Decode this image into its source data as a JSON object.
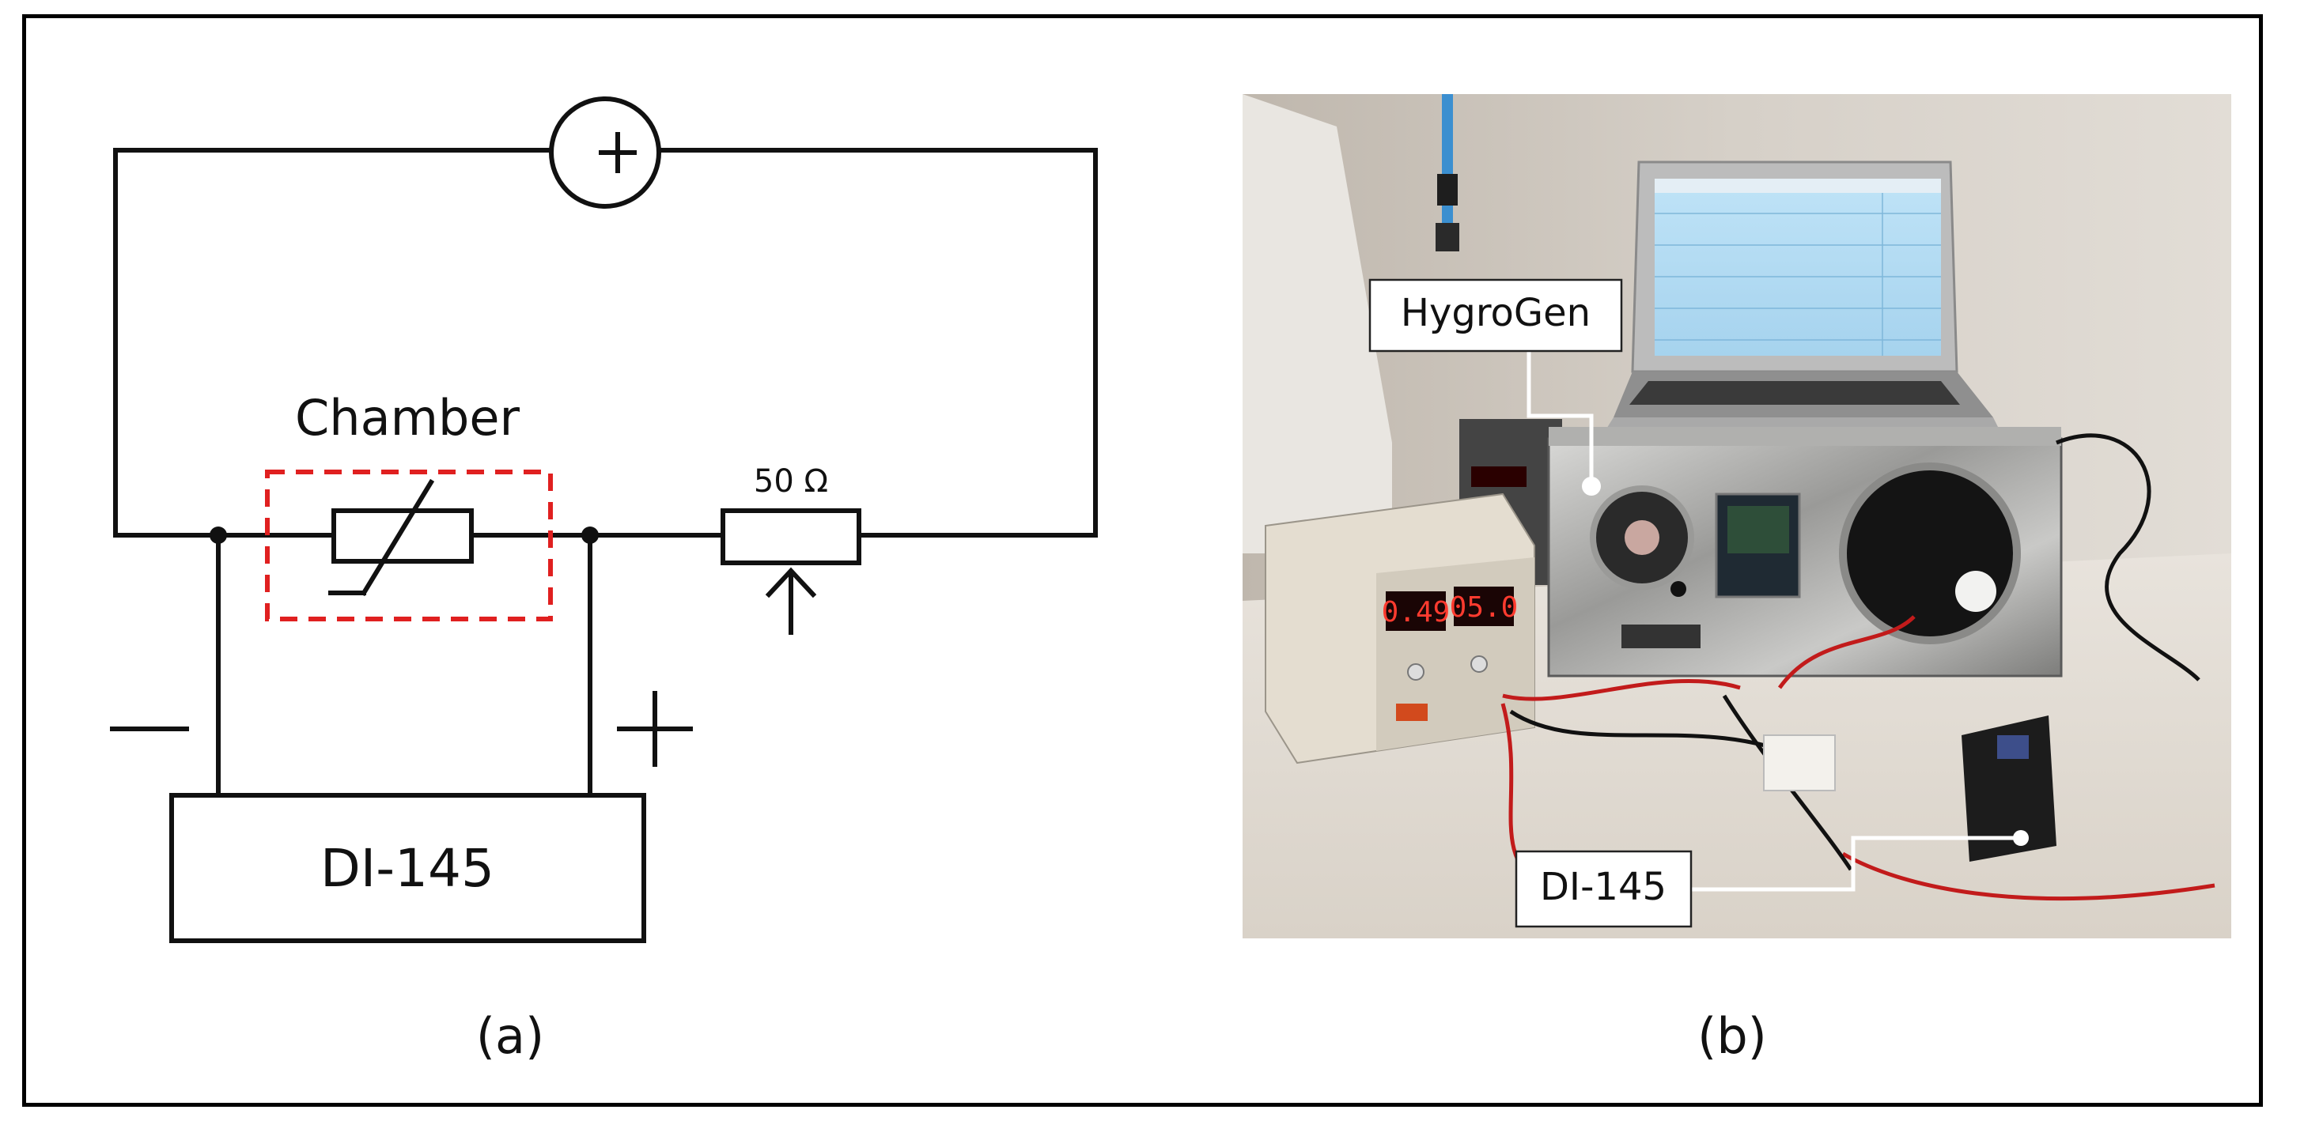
{
  "panel_a": {
    "chamber_label": "Chamber",
    "resistor_label": "50 Ω",
    "minus_sign": "—",
    "plus_sign": "+",
    "logger_label": "DI-145",
    "caption": "(a)"
  },
  "panel_b": {
    "hygrogen_label": "HygroGen",
    "logger_label": "DI-145",
    "caption": "(b)",
    "power_supply_display_left": "0.49",
    "power_supply_display_right": "05.0"
  },
  "colors": {
    "wire": "#111111",
    "chamber_dashed_box": "#e02020",
    "callout_line": "#ffffff"
  }
}
